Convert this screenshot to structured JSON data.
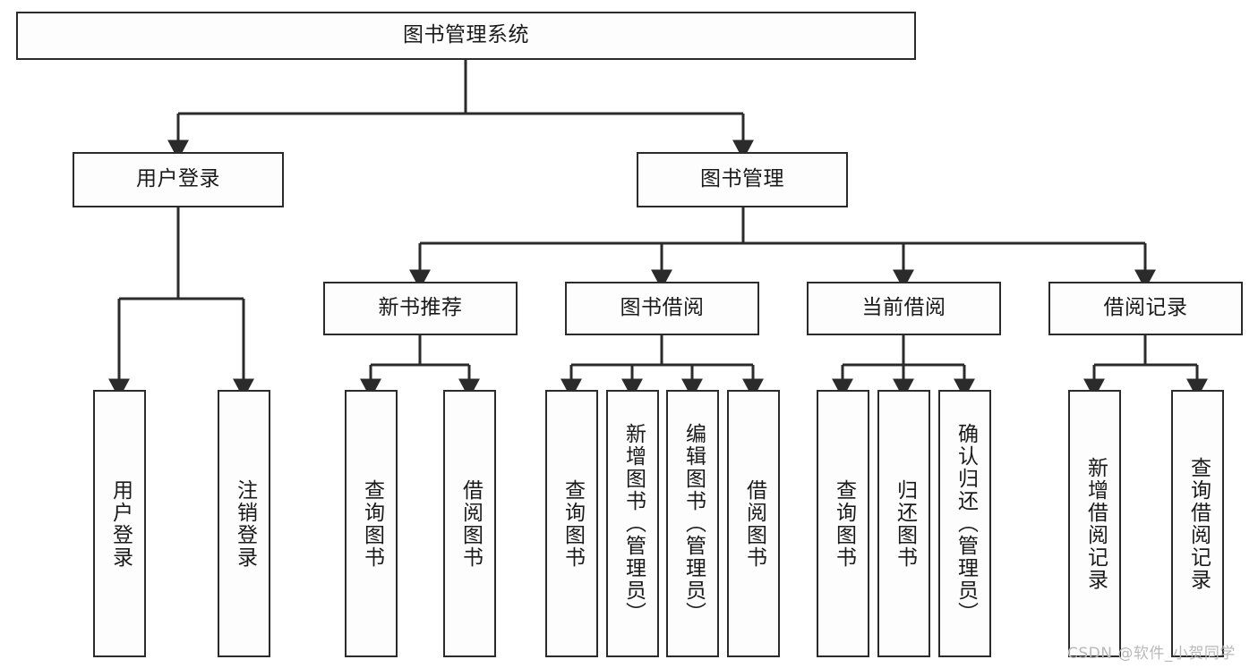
{
  "diagram": {
    "type": "tree-hierarchy",
    "title": "图书管理系统",
    "orientation": "top-down",
    "colors": {
      "box_border": "#2b2b2b",
      "box_fill": "#fdfdfd",
      "edge": "#2b2b2b",
      "text": "#1a1a1a",
      "watermark": "#b9b9b9"
    },
    "nodes": {
      "root": {
        "label": "图书管理系统"
      },
      "level2": [
        {
          "id": "user-login",
          "label": "用户登录"
        },
        {
          "id": "book-manage",
          "label": "图书管理"
        }
      ],
      "level3": [
        {
          "id": "new-book-recommend",
          "label": "新书推荐"
        },
        {
          "id": "book-borrow",
          "label": "图书借阅"
        },
        {
          "id": "current-borrow",
          "label": "当前借阅"
        },
        {
          "id": "borrow-record",
          "label": "借阅记录"
        }
      ],
      "leaves": [
        {
          "id": "leaf-user-login",
          "label": "用户登录",
          "parent": "user-login"
        },
        {
          "id": "leaf-logout-login",
          "label": "注销登录",
          "parent": "user-login"
        },
        {
          "id": "leaf-query-book-1",
          "label": "查询图书",
          "parent": "new-book-recommend"
        },
        {
          "id": "leaf-borrow-book-1",
          "label": "借阅图书",
          "parent": "new-book-recommend"
        },
        {
          "id": "leaf-query-book-2",
          "label": "查询图书",
          "parent": "book-borrow"
        },
        {
          "id": "leaf-add-book",
          "label": "新增图书（管理员）",
          "parent": "book-borrow"
        },
        {
          "id": "leaf-edit-book",
          "label": "编辑图书（管理员）",
          "parent": "book-borrow"
        },
        {
          "id": "leaf-borrow-book-2",
          "label": "借阅图书",
          "parent": "book-borrow"
        },
        {
          "id": "leaf-query-book-3",
          "label": "查询图书",
          "parent": "current-borrow"
        },
        {
          "id": "leaf-return-book",
          "label": "归还图书",
          "parent": "current-borrow"
        },
        {
          "id": "leaf-confirm-return",
          "label": "确认归还（管理员）",
          "parent": "current-borrow"
        },
        {
          "id": "leaf-add-record",
          "label": "新增借阅记录",
          "parent": "borrow-record"
        },
        {
          "id": "leaf-query-record",
          "label": "查询借阅记录",
          "parent": "borrow-record"
        }
      ]
    },
    "watermark": "CSDN @软件_小贺同学"
  }
}
